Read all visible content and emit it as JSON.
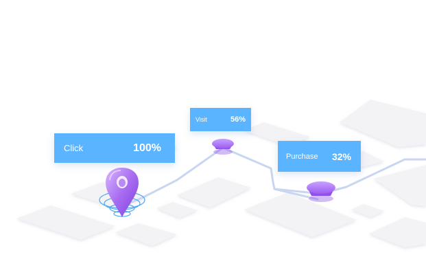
{
  "funnel": {
    "steps": [
      {
        "label": "Click",
        "percent": "100%"
      },
      {
        "label": "Visit",
        "percent": "56%"
      },
      {
        "label": "Purchase",
        "percent": "32%"
      }
    ]
  },
  "colors": {
    "callout_background": "#5ab4ff",
    "callout_text": "#ffffff",
    "route_line": "#c9d6f2",
    "map_block": "#f3f3f6",
    "pin": "#a86cf0",
    "pin_light": "#c9a2ff",
    "pin_dark": "#7e3fe0",
    "pin_rings": "#4aa7f5"
  },
  "icons": [
    "map-pin-icon",
    "waypoint-icon"
  ]
}
